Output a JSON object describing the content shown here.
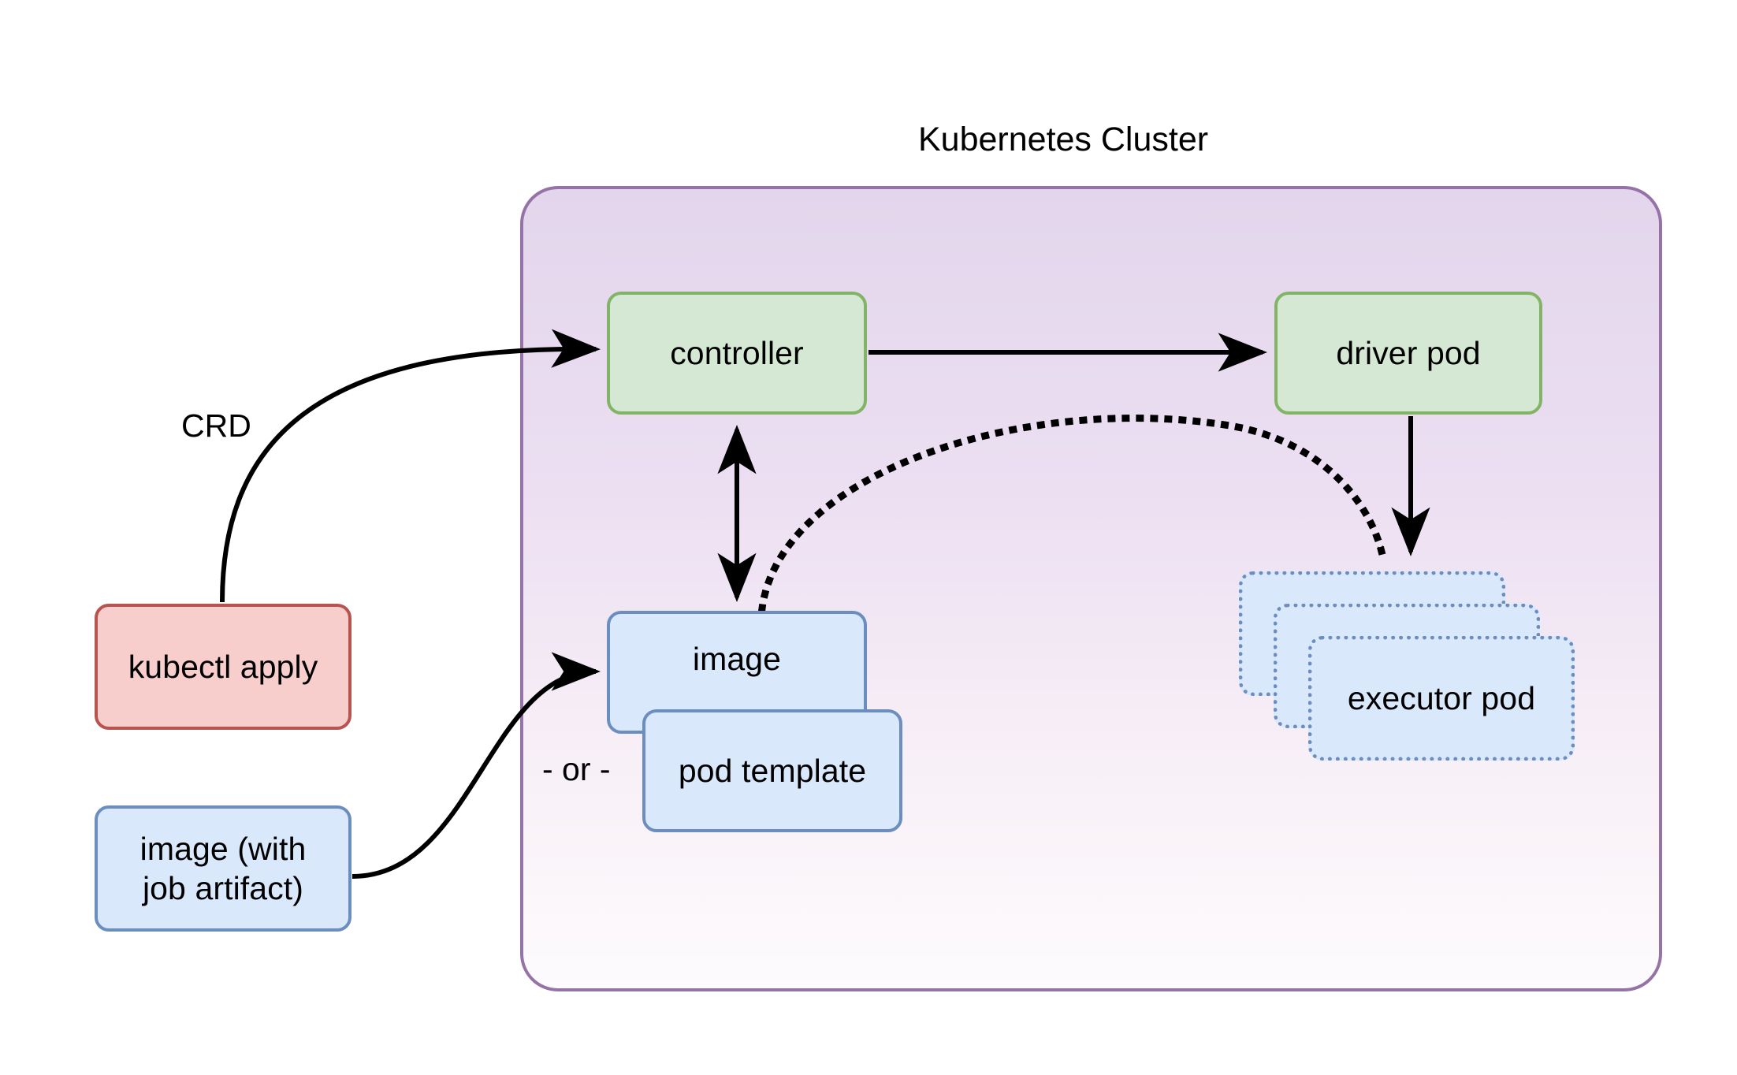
{
  "diagram": {
    "title": "Kubernetes Cluster",
    "cluster": {
      "label": "Kubernetes Cluster",
      "border_color": "#9673a6",
      "fill_top": "#e3d6ec",
      "fill_bottom": "#fdfbfd"
    },
    "nodes": {
      "kubectl_apply": {
        "label": "kubectl apply",
        "fill": "#f8cecc",
        "stroke": "#b85450",
        "style": "solid"
      },
      "image_with_job_artifact": {
        "label": "image (with\njob artifact)",
        "fill": "#dae8fc",
        "stroke": "#6c8ebf",
        "style": "solid"
      },
      "controller": {
        "label": "controller",
        "fill": "#d5e8d4",
        "stroke": "#82b366",
        "style": "solid"
      },
      "driver_pod": {
        "label": "driver pod",
        "fill": "#d5e8d4",
        "stroke": "#82b366",
        "style": "solid"
      },
      "image": {
        "label": "image",
        "fill": "#dae8fc",
        "stroke": "#6c8ebf",
        "style": "solid"
      },
      "pod_template": {
        "label": "pod template",
        "fill": "#dae8fc",
        "stroke": "#6c8ebf",
        "style": "solid"
      },
      "executor_pod_back": {
        "label": "executor pod",
        "fill": "#dae8fc",
        "stroke": "#6c8ebf",
        "style": "dotted"
      },
      "executor_pod_middle": {
        "label": "executor pod",
        "fill": "#dae8fc",
        "stroke": "#6c8ebf",
        "style": "dotted"
      },
      "executor_pod_front": {
        "label": "executor pod",
        "fill": "#dae8fc",
        "stroke": "#6c8ebf",
        "style": "dotted"
      }
    },
    "edge_labels": {
      "crd": "CRD",
      "or": "- or -"
    },
    "edges": [
      {
        "from": "kubectl apply",
        "to": "controller",
        "label": "CRD",
        "style": "solid",
        "arrow": "end"
      },
      {
        "from": "image (with job artifact)",
        "to": "image",
        "label": "",
        "style": "solid",
        "arrow": "end"
      },
      {
        "from": "controller",
        "to": "driver pod",
        "label": "",
        "style": "solid",
        "arrow": "end"
      },
      {
        "from": "controller",
        "to": "image",
        "label": "",
        "style": "solid",
        "arrow": "both"
      },
      {
        "from": "image",
        "to": "executor pod",
        "label": "",
        "style": "dotted",
        "arrow": "end"
      },
      {
        "from": "driver pod",
        "to": "executor pod",
        "label": "",
        "style": "solid",
        "arrow": "end"
      }
    ]
  }
}
